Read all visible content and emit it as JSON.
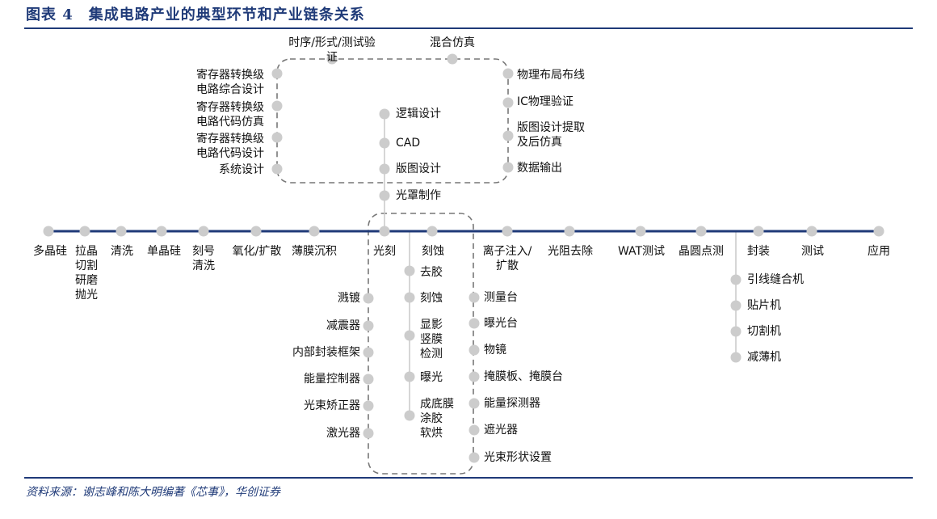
{
  "title": "图表 4　集成电路产业的典型环节和产业链条关系",
  "source": "资料来源：谢志峰和陈大明编著《芯事》，华创证券",
  "colors": {
    "accent": "#1f3a78",
    "node": "#cccccc",
    "dashed": "#777777",
    "line": "#c8c8c8"
  },
  "design": {
    "top": [
      "时序/形式/测试验证",
      "混合仿真"
    ],
    "left": [
      "寄存器转换级\n电路综合设计",
      "寄存器转换级\n电路代码仿真",
      "寄存器转换级\n电路代码设计",
      "系统设计"
    ],
    "center": [
      "逻辑设计",
      "CAD",
      "版图设计"
    ],
    "right": [
      "物理布局布线",
      "IC物理验证",
      "版图设计提取\n及后仿真",
      "数据输出"
    ],
    "mask": "光罩制作"
  },
  "main_line": [
    "多晶硅",
    "拉晶\n切割\n研磨\n抛光",
    "清洗",
    "单晶硅",
    "刻号\n清洗",
    "氧化/扩散",
    "薄膜沉积",
    "光刻",
    "刻蚀",
    "离子注入/\n扩散",
    "光阻去除",
    "WAT测试",
    "晶圆点测",
    "封装",
    "测试",
    "应用"
  ],
  "litho": {
    "left": [
      "溅镀",
      "减震器",
      "内部封装框架",
      "能量控制器",
      "光束矫正器",
      "激光器"
    ],
    "middle": [
      "去胶",
      "刻蚀",
      "显影\n竖膜\n检测",
      "曝光",
      "成底膜\n涂胶\n软烘"
    ],
    "right": [
      "测量台",
      "曝光台",
      "物镜",
      "掩膜板、掩膜台",
      "能量探测器",
      "遮光器",
      "光束形状设置"
    ]
  },
  "packaging": [
    "引线缝合机",
    "贴片机",
    "切割机",
    "减薄机"
  ]
}
